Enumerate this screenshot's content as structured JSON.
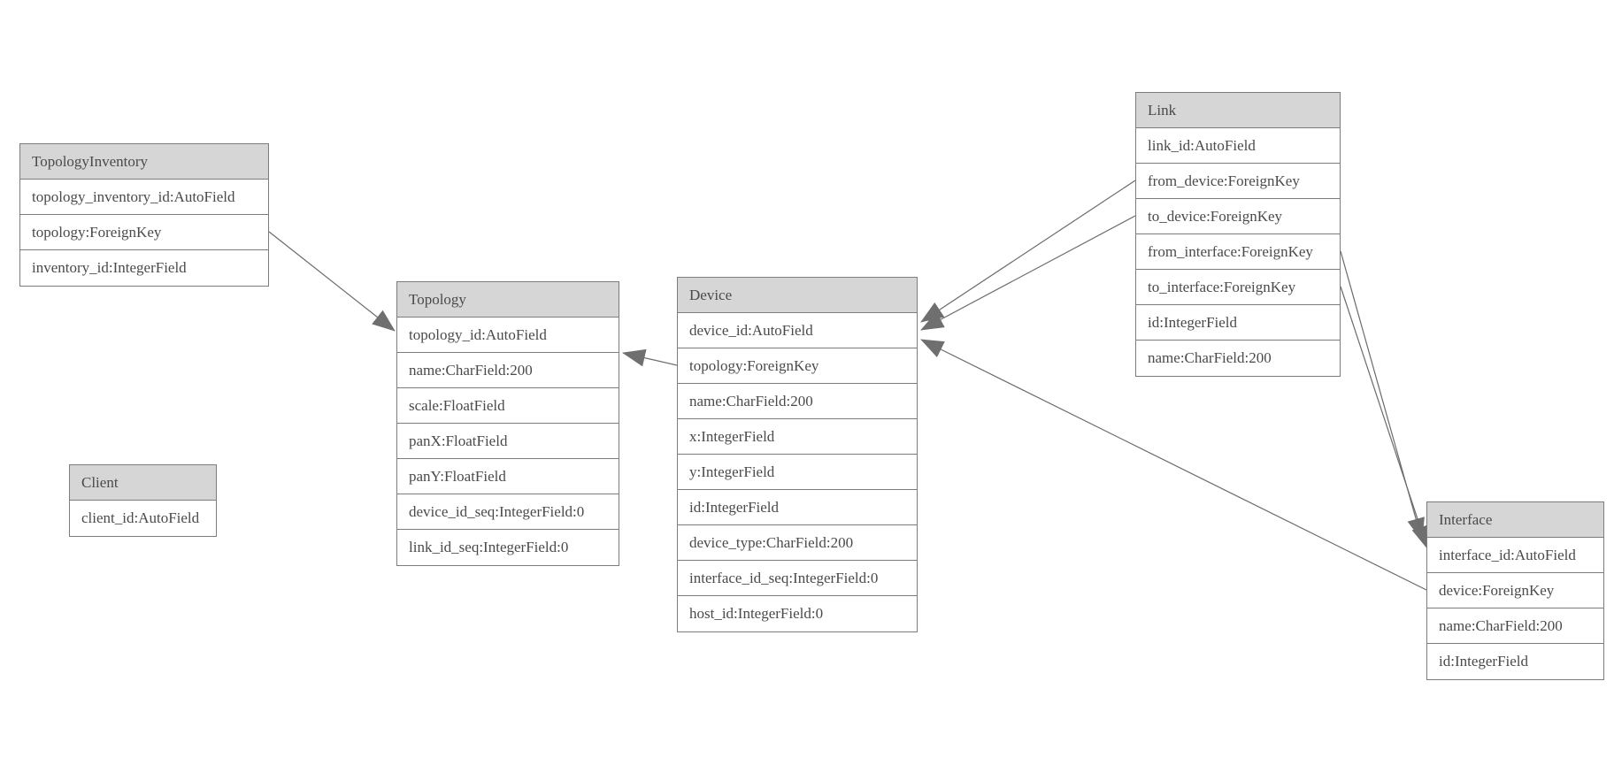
{
  "colors": {
    "background": "#ffffff",
    "header_fill": "#d6d6d6",
    "border": "#7c7c7c",
    "text": "#4a4a4a",
    "edge": "#6b6b6b"
  },
  "entities": {
    "topology_inventory": {
      "title": "TopologyInventory",
      "fields": [
        "topology_inventory_id:AutoField",
        "topology:ForeignKey",
        "inventory_id:IntegerField"
      ]
    },
    "client": {
      "title": "Client",
      "fields": [
        "client_id:AutoField"
      ]
    },
    "topology": {
      "title": "Topology",
      "fields": [
        "topology_id:AutoField",
        "name:CharField:200",
        "scale:FloatField",
        "panX:FloatField",
        "panY:FloatField",
        "device_id_seq:IntegerField:0",
        "link_id_seq:IntegerField:0"
      ]
    },
    "device": {
      "title": "Device",
      "fields": [
        "device_id:AutoField",
        "topology:ForeignKey",
        "name:CharField:200",
        "x:IntegerField",
        "y:IntegerField",
        "id:IntegerField",
        "device_type:CharField:200",
        "interface_id_seq:IntegerField:0",
        "host_id:IntegerField:0"
      ]
    },
    "link": {
      "title": "Link",
      "fields": [
        "link_id:AutoField",
        "from_device:ForeignKey",
        "to_device:ForeignKey",
        "from_interface:ForeignKey",
        "to_interface:ForeignKey",
        "id:IntegerField",
        "name:CharField:200"
      ]
    },
    "interface": {
      "title": "Interface",
      "fields": [
        "interface_id:AutoField",
        "device:ForeignKey",
        "name:CharField:200",
        "id:IntegerField"
      ]
    }
  },
  "relationships": [
    {
      "from": "TopologyInventory.topology",
      "to": "Topology"
    },
    {
      "from": "Device.topology",
      "to": "Topology"
    },
    {
      "from": "Link.from_device",
      "to": "Device"
    },
    {
      "from": "Link.to_device",
      "to": "Device"
    },
    {
      "from": "Link.from_interface",
      "to": "Interface"
    },
    {
      "from": "Link.to_interface",
      "to": "Interface"
    },
    {
      "from": "Interface.device",
      "to": "Device"
    }
  ]
}
